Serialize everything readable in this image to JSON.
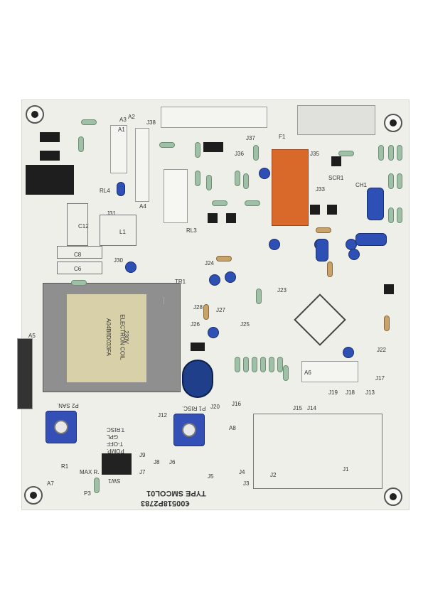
{
  "photo": {
    "subject": "Printed circuit board photograph",
    "board_code": "€00518P2783",
    "board_type": "TYPE SMCOL01",
    "pot_labels": [
      "P2 SAN.",
      "P1 RISC."
    ],
    "dip_labels": [
      "T.RISC",
      "GPL",
      "T-OFF",
      "POMP."
    ],
    "dip_name": "SW1",
    "connector_labels": [
      "J37",
      "J38",
      "J36",
      "J35",
      "J33",
      "J31",
      "J30",
      "J26",
      "J27",
      "J28",
      "J25",
      "J24",
      "J23",
      "J22",
      "J20",
      "J19",
      "J18",
      "J17",
      "J16",
      "J15",
      "J14",
      "J13",
      "J12",
      "J9",
      "J8",
      "J7",
      "J6",
      "J5",
      "J4",
      "J3",
      "J2",
      "J1"
    ],
    "relay_labels": [
      "RL3",
      "RL4",
      "L1",
      "C12",
      "C8",
      "C6",
      "TR1",
      "CH1",
      "SCR1",
      "F1"
    ],
    "misc_labels": [
      "A1",
      "A2",
      "A3",
      "A4",
      "A5",
      "A6",
      "A7",
      "A8",
      "R1",
      "P3",
      "MAX R."
    ],
    "transformer_text": [
      "ELECTRON COIL",
      "A04B8D033FA",
      "230V"
    ]
  },
  "colors": {
    "board": "#efefea",
    "relay_orange": "#d9692a",
    "pot_blue": "#3450b7",
    "resistor_green": "#9fbfa6"
  }
}
